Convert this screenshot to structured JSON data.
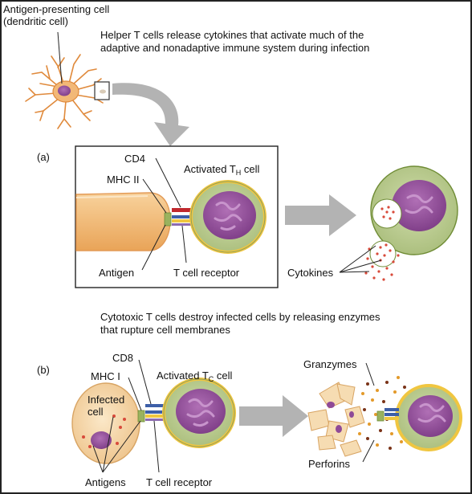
{
  "apc_label": {
    "line1": "Antigen-presenting cell",
    "line2": "(dendritic cell)"
  },
  "panel_a": {
    "marker": "(a)",
    "heading_line1": "Helper T cells release cytokines that activate much of the",
    "heading_line2": "adaptive and nonadaptive immune system during infection",
    "cd4": "CD4",
    "mhc2": "MHC II",
    "activated_prefix": "Activated T",
    "activated_sub": "H",
    "activated_suffix": " cell",
    "antigen": "Antigen",
    "tcr": "T cell receptor",
    "cytokines": "Cytokines"
  },
  "panel_b": {
    "marker": "(b)",
    "heading_line1": "Cytotoxic T cells destroy infected cells by releasing enzymes",
    "heading_line2": "that rupture cell membranes",
    "cd8": "CD8",
    "mhc1": "MHC I",
    "activated_prefix": "Activated T",
    "activated_sub": "C",
    "activated_suffix": " cell",
    "infected_line1": "Infected",
    "infected_line2": "cell",
    "granzymes": "Granzymes",
    "perforins": "Perforins",
    "antigens": "Antigens",
    "tcr": "T cell receptor"
  },
  "colors": {
    "apc_orange": "#f2b877",
    "apc_orange_dark": "#e08a3c",
    "tcell_green": "#b7c98a",
    "tcell_ring": "#f0c640",
    "nucleus_purple": "#9b4fa0",
    "arrow_gray": "#b3b3b3",
    "cd4_red": "#c0282d",
    "tcr_blue": "#3d5fa8",
    "infected_beige": "#f6dcb2",
    "dot_red": "#d84a3a"
  }
}
